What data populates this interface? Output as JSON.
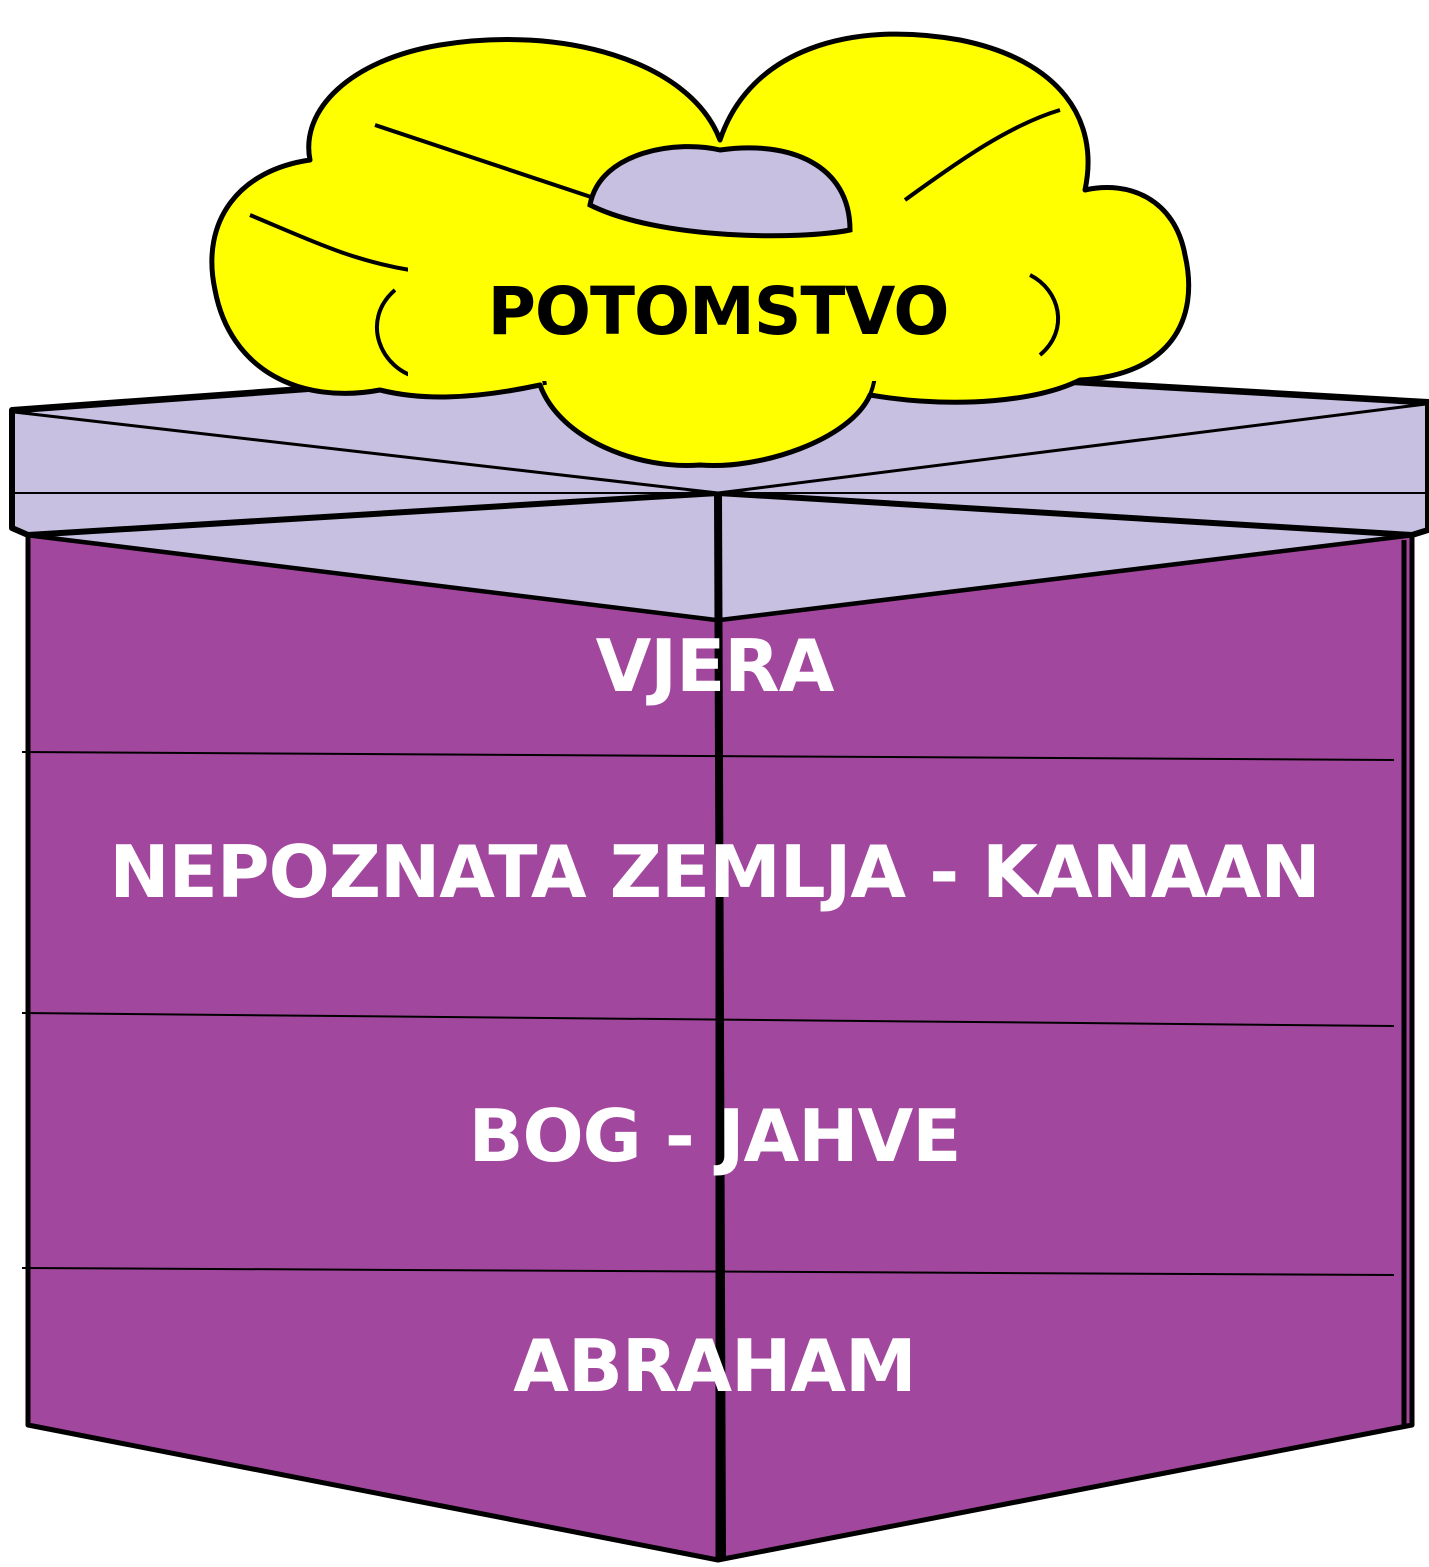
{
  "colors": {
    "box": "#A2479E",
    "lid": "#C7C0E0",
    "bow": "#FFFF00",
    "outline": "#000000",
    "box_text": "#FFFFFF",
    "bow_text": "#000000"
  },
  "icons": {
    "bow": "yellow-bow-icon",
    "box": "gift-box-icon"
  },
  "bow_label": "POTOMSTVO",
  "rows": [
    {
      "label": "VJERA"
    },
    {
      "label": "NEPOZNATA ZEMLJA - KANAAN"
    },
    {
      "label": "BOG - JAHVE"
    },
    {
      "label": "ABRAHAM"
    }
  ]
}
